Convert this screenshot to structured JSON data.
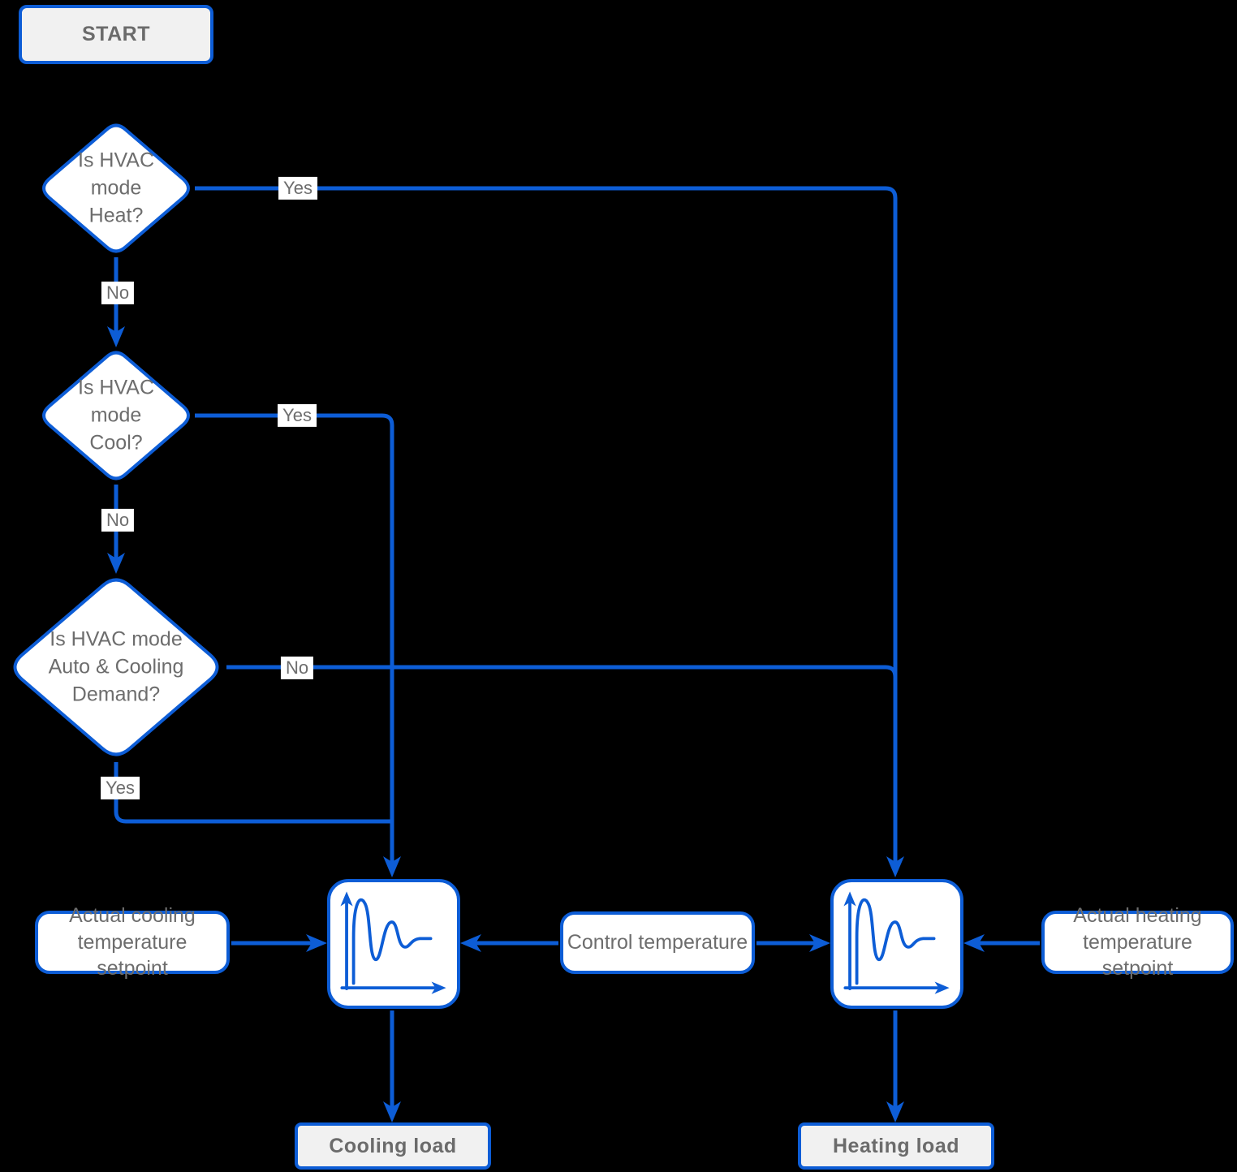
{
  "diagram": {
    "colors": {
      "accent": "#0d5dd6",
      "background": "#000000",
      "node_fill": "#ffffff",
      "terminal_fill": "#f1f1f1",
      "text": "#6d6d6d"
    },
    "nodes": {
      "start": {
        "label": "START"
      },
      "decision_heat": {
        "label": "Is HVAC mode Heat?"
      },
      "decision_cool": {
        "label": "Is HVAC mode Cool?"
      },
      "decision_auto": {
        "label": "Is HVAC mode Auto & Cooling Demand?"
      },
      "pid_cooling": {
        "icon": "pid-response-curve-icon"
      },
      "pid_heating": {
        "icon": "pid-response-curve-icon"
      },
      "cooling_setpoint": {
        "label": "Actual cooling temperature setpoint"
      },
      "control_temperature": {
        "label": "Control temperature"
      },
      "heating_setpoint": {
        "label": "Actual heating temperature setpoint"
      },
      "cooling_load": {
        "label": "Cooling load"
      },
      "heating_load": {
        "label": "Heating load"
      }
    },
    "edge_labels": {
      "heat_yes": "Yes",
      "heat_no": "No",
      "cool_yes": "Yes",
      "cool_no": "No",
      "auto_no": "No",
      "auto_yes": "Yes"
    }
  }
}
